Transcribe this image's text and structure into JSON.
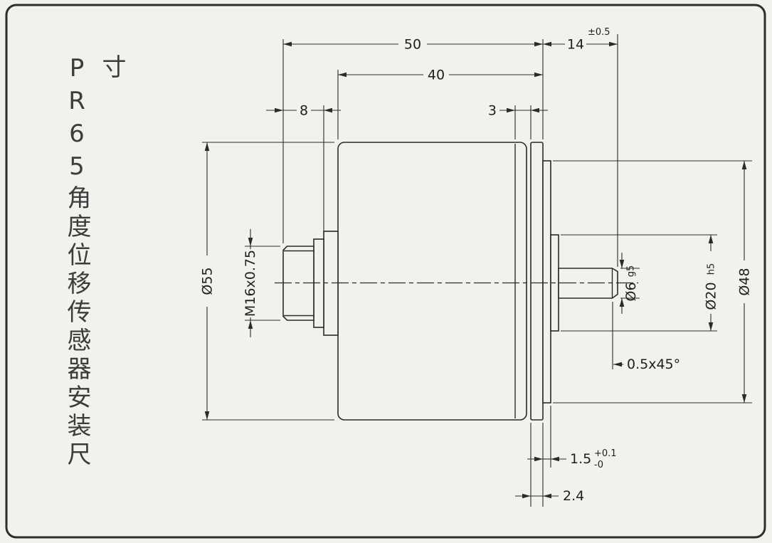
{
  "title": {
    "text": "PR65角度位移传感器安装尺寸"
  },
  "dims": {
    "length_overall": "50",
    "length_shaft": "14",
    "shaft_tol": "±0.5",
    "length_body": "40",
    "length_connector": "8",
    "gap_rear": "3",
    "dia_body": "Ø55",
    "thread": "M16x0.75",
    "dia_shaft": "Ø6",
    "dia_shaft_fit": "g5",
    "dia_boss": "Ø20",
    "dia_boss_fit": "h5",
    "dia_pilot": "Ø48",
    "chamfer": "0.5x45°",
    "pilot_height": "1.5",
    "pilot_tol_plus": "+0.1",
    "pilot_tol_minus": "-0",
    "flange_thickness": "2.4"
  },
  "colors": {
    "line": "#2a2a2a",
    "background": "#f1f1ed",
    "text": "#1f1f1f"
  }
}
